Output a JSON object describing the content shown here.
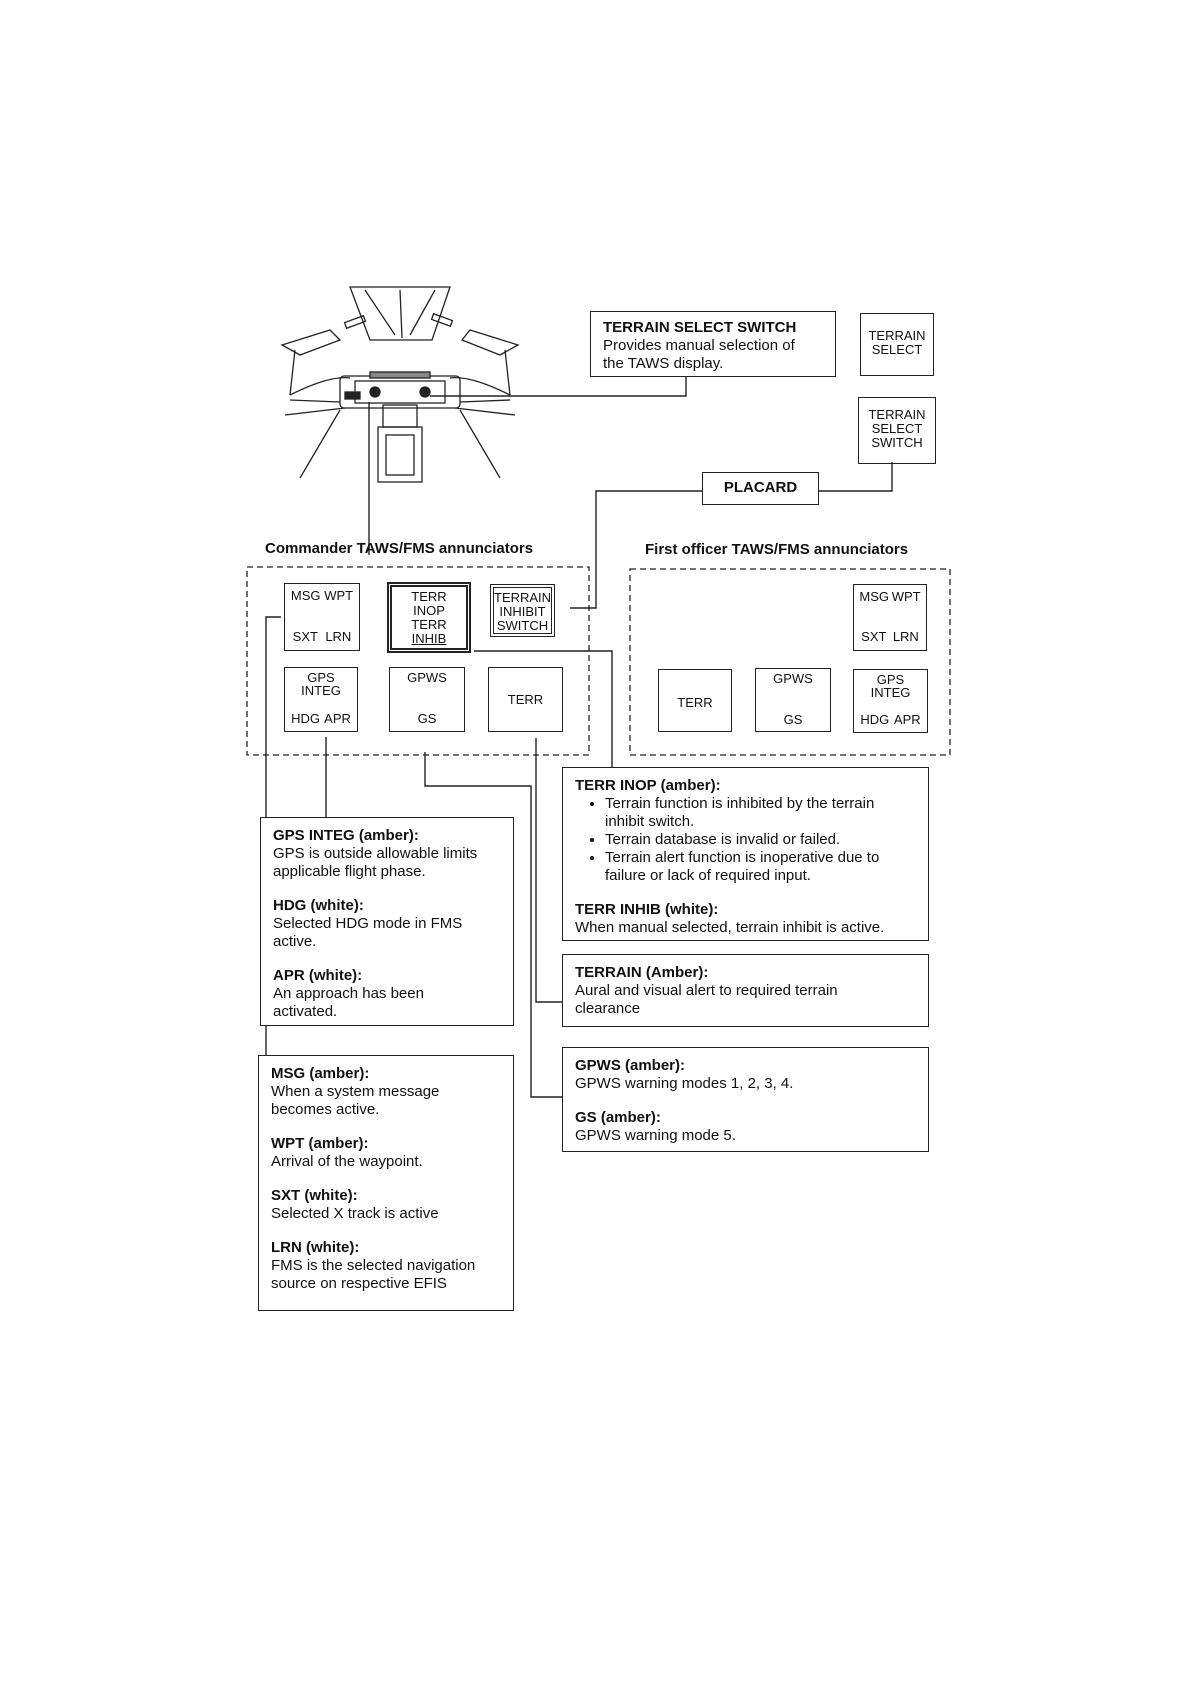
{
  "terrain_select_switch": {
    "title": "TERRAIN SELECT SWITCH",
    "description_line1": "Provides manual selection of",
    "description_line2": "the TAWS display."
  },
  "terrain_select_button": {
    "line1": "TERRAIN",
    "line2": "SELECT"
  },
  "terrain_select_switch_placard_button": {
    "line1": "TERRAIN",
    "line2": "SELECT",
    "line3": "SWITCH"
  },
  "placard_label": "PLACARD",
  "commander_title": "Commander TAWS/FMS annunciators",
  "first_officer_title": "First officer TAWS/FMS annunciators",
  "commander": {
    "msg_wpt": {
      "msg": "MSG",
      "wpt": "WPT",
      "sxt": "SXT",
      "lrn": "LRN"
    },
    "terr_inop": {
      "l1": "TERR",
      "l2": "INOP",
      "l3": "TERR",
      "l4": "INHIB"
    },
    "terrain_inhibit": {
      "l1": "TERRAIN",
      "l2": "INHIBIT",
      "l3": "SWITCH"
    },
    "gps_integ": {
      "l1": "GPS",
      "l2": "INTEG",
      "hdg": "HDG",
      "apr": "APR"
    },
    "gpws": {
      "top": "GPWS",
      "bottom": "GS"
    },
    "terr": "TERR"
  },
  "first_officer": {
    "msg_wpt": {
      "msg": "MSG",
      "wpt": "WPT",
      "sxt": "SXT",
      "lrn": "LRN"
    },
    "terr": "TERR",
    "gpws": {
      "top": "GPWS",
      "bottom": "GS"
    },
    "gps_integ": {
      "l1": "GPS",
      "l2": "INTEG",
      "hdg": "HDG",
      "apr": "APR"
    }
  },
  "terr_inop_callout": {
    "heading": "TERR INOP (amber):",
    "bullets": [
      [
        "Terrain function is inhibited by the terrain",
        "inhibit switch."
      ],
      [
        "Terrain database is invalid or failed."
      ],
      [
        "Terrain alert function is inoperative due to",
        "failure or lack of required input."
      ]
    ],
    "inhib_heading": "TERR INHIB (white):",
    "inhib_text": "When manual selected, terrain inhibit is active."
  },
  "terrain_callout": {
    "heading": "TERRAIN (Amber):",
    "line1": "Aural and visual alert to required terrain",
    "line2": "clearance"
  },
  "gpws_callout": {
    "heading": "GPWS (amber):",
    "text": "GPWS warning modes 1, 2, 3, 4.",
    "gs_heading": "GS (amber):",
    "gs_text": "GPWS warning mode 5."
  },
  "gps_callout": {
    "heading": "GPS INTEG (amber):",
    "line1": "GPS is outside allowable limits",
    "line2": "applicable flight phase.",
    "hdg_heading": "HDG (white):",
    "hdg_line1": "Selected HDG mode in FMS",
    "hdg_line2": "active.",
    "apr_heading": "APR (white):",
    "apr_line1": "An approach has been",
    "apr_line2": "activated."
  },
  "msg_callout": {
    "heading": "MSG (amber):",
    "line1": "When a system message",
    "line2": "becomes active.",
    "wpt_heading": "WPT (amber):",
    "wpt_text": "Arrival of the waypoint.",
    "sxt_heading": "SXT (white):",
    "sxt_text": "Selected X track is active",
    "lrn_heading": "LRN (white):",
    "lrn_line1": "FMS is the selected navigation",
    "lrn_line2": "source on respective EFIS"
  }
}
